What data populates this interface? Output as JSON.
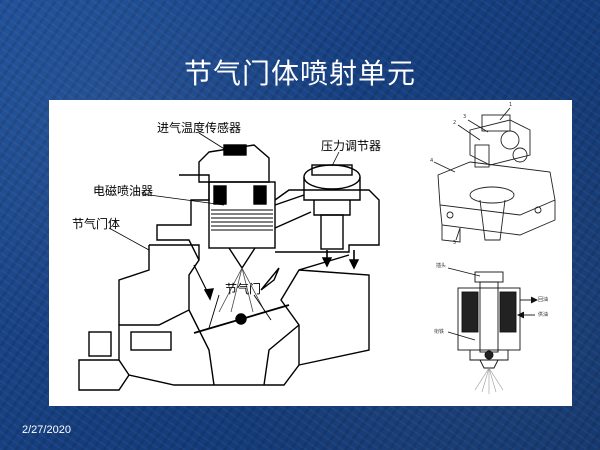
{
  "slide": {
    "title": "节气门体喷射单元",
    "date": "2/27/2020"
  },
  "main_figure": {
    "labels": {
      "intake_temp_sensor": "进气温度传感器",
      "pressure_regulator": "压力调节器",
      "solenoid_injector": "电磁喷油器",
      "throttle_body": "节气门体",
      "throttle_valve": "节气门"
    }
  },
  "top_right_figure": {
    "callouts": [
      "1",
      "2",
      "3",
      "4",
      "5"
    ]
  },
  "bottom_right_figure": {
    "labels": {
      "connector": "插头",
      "return": "回油",
      "inlet": "供油",
      "armature": "衔铁"
    }
  }
}
